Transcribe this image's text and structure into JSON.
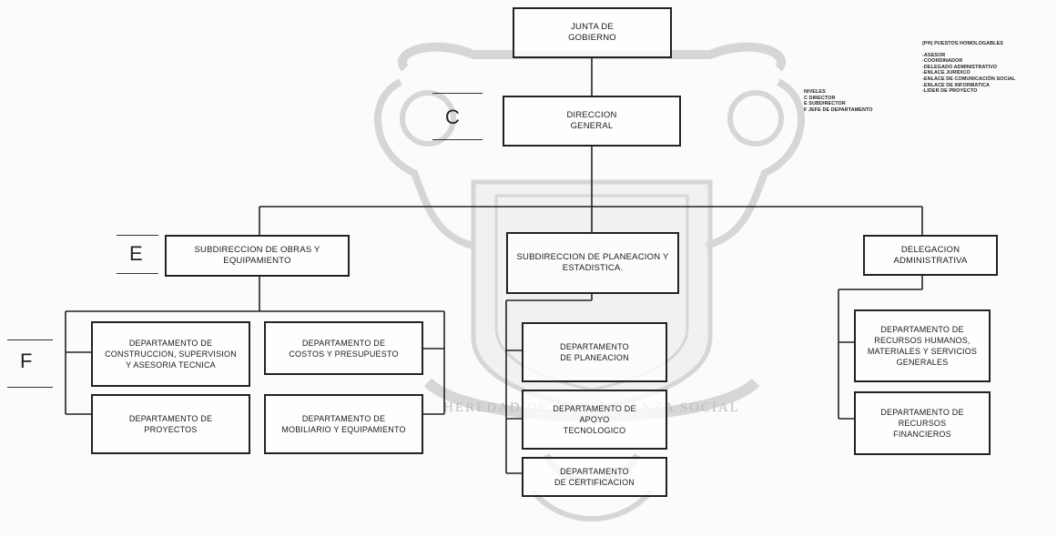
{
  "diagram": {
    "nodes": {
      "junta": "JUNTA DE\nGOBIERNO",
      "direccion": "DIRECCION\nGENERAL",
      "sub_obras": "SUBDIRECCION DE OBRAS Y\nEQUIPAMIENTO",
      "sub_planeacion": "SUBDIRECCION DE PLANEACION Y\nESTADISTICA.",
      "delegacion": "DELEGACION\nADMINISTRATIVA",
      "dep_construccion": "DEPARTAMENTO DE\nCONSTRUCCION, SUPERVISION\nY ASESORIA TECNICA",
      "dep_costos": "DEPARTAMENTO DE\nCOSTOS Y PRESUPUESTO",
      "dep_proyectos": "DEPARTAMENTO DE\nPROYECTOS",
      "dep_mobiliario": "DEPARTAMENTO DE\nMOBILIARIO Y EQUIPAMIENTO",
      "dep_planeacion": "DEPARTAMENTO\nDE PLANEACION",
      "dep_apoyo": "DEPARTAMENTO DE\nAPOYO\nTECNOLOGICO",
      "dep_certificacion": "DEPARTAMENTO\nDE CERTIFICACION",
      "dep_rh": "DEPARTAMENTO DE\nRECURSOS HUMANOS,\nMATERIALES Y SERVICIOS\nGENERALES",
      "dep_rf": "DEPARTAMENTO DE\nRECURSOS\nFINANCIEROS"
    },
    "levels": {
      "c": "C",
      "e": "E",
      "f": "F"
    },
    "legend_niveles": [
      "NIVELES",
      "C DIRECTOR",
      "E SUBDIRECTOR",
      "F JEFE DE DEPARTAMENTO"
    ],
    "legend_homologables": [
      "(PH) PUESTOS HOMOLOGABLES",
      "",
      "-ASESOR",
      "-COORDINADOR",
      "-DELEGADO ADMINISTRATIVO",
      "-ENLACE JURIDICO",
      "-ENLACE DE COMUNICACIÓN SOCIAL",
      "-ENLACE DE INFORMATICA",
      "-LIDER DE PROYECTO"
    ],
    "watermark_text": "HEREDAD DE LA ESPERANZA SOCIAL",
    "colors": {
      "line": "#222222",
      "box_border": "#222222",
      "watermark": "#bdbdbd"
    }
  }
}
